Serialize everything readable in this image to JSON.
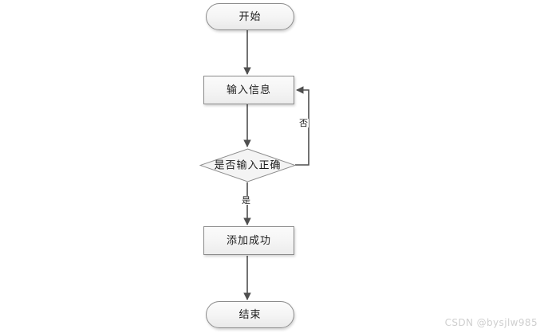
{
  "diagram": {
    "type": "flowchart",
    "title": "",
    "background_color": "#ffffff",
    "node_fill_color": "#f4f4f4",
    "node_border_color": "#8c8c8c",
    "connector_color": "#5a5a5a",
    "text_color": "#1d1d1d",
    "nodes": [
      {
        "id": "start",
        "label": "开始",
        "shape": "terminator"
      },
      {
        "id": "input",
        "label": "输入信息",
        "shape": "process"
      },
      {
        "id": "decision",
        "label": "是否输入正确",
        "shape": "decision"
      },
      {
        "id": "success",
        "label": "添加成功",
        "shape": "process"
      },
      {
        "id": "end",
        "label": "结束",
        "shape": "terminator"
      }
    ],
    "edges": [
      {
        "from": "start",
        "to": "input",
        "label": ""
      },
      {
        "from": "input",
        "to": "decision",
        "label": ""
      },
      {
        "from": "decision",
        "to": "success",
        "label": "是"
      },
      {
        "from": "decision",
        "to": "input",
        "label": "否"
      },
      {
        "from": "success",
        "to": "end",
        "label": ""
      }
    ]
  },
  "watermark": {
    "text": "CSDN @bysjlw985"
  }
}
